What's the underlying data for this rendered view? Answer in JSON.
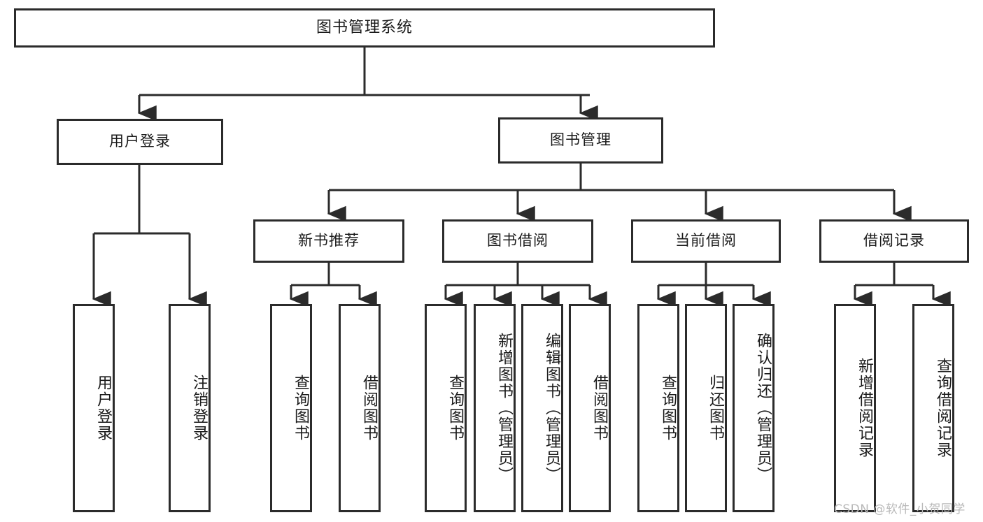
{
  "diagram": {
    "type": "tree",
    "title": "图书管理系统",
    "background": "#ffffff",
    "box_border_color": "#2b2b2b",
    "text_color": "#1a1a1a",
    "levels": 4,
    "nodes": {
      "root": "图书管理系统",
      "l1": [
        {
          "label": "用户登录"
        },
        {
          "label": "图书管理"
        }
      ],
      "l2": [
        {
          "label": "新书推荐"
        },
        {
          "label": "图书借阅"
        },
        {
          "label": "当前借阅"
        },
        {
          "label": "借阅记录"
        }
      ],
      "leaves": {
        "user_login": [
          {
            "label": "用户登录"
          },
          {
            "label": "注销登录"
          }
        ],
        "new_book": [
          {
            "label": "查询图书"
          },
          {
            "label": "借阅图书"
          }
        ],
        "borrow": [
          {
            "label": "查询图书"
          },
          {
            "label": "新增图书（管理员）"
          },
          {
            "label": "编辑图书（管理员）"
          },
          {
            "label": "借阅图书"
          }
        ],
        "current": [
          {
            "label": "查询图书"
          },
          {
            "label": "归还图书"
          },
          {
            "label": "确认归还（管理员）"
          }
        ],
        "records": [
          {
            "label": "新增借阅记录"
          },
          {
            "label": "查询借阅记录"
          }
        ]
      }
    }
  },
  "watermark": {
    "text": "CSDN @软件_小贺同学",
    "color": "#b9b9b9"
  }
}
